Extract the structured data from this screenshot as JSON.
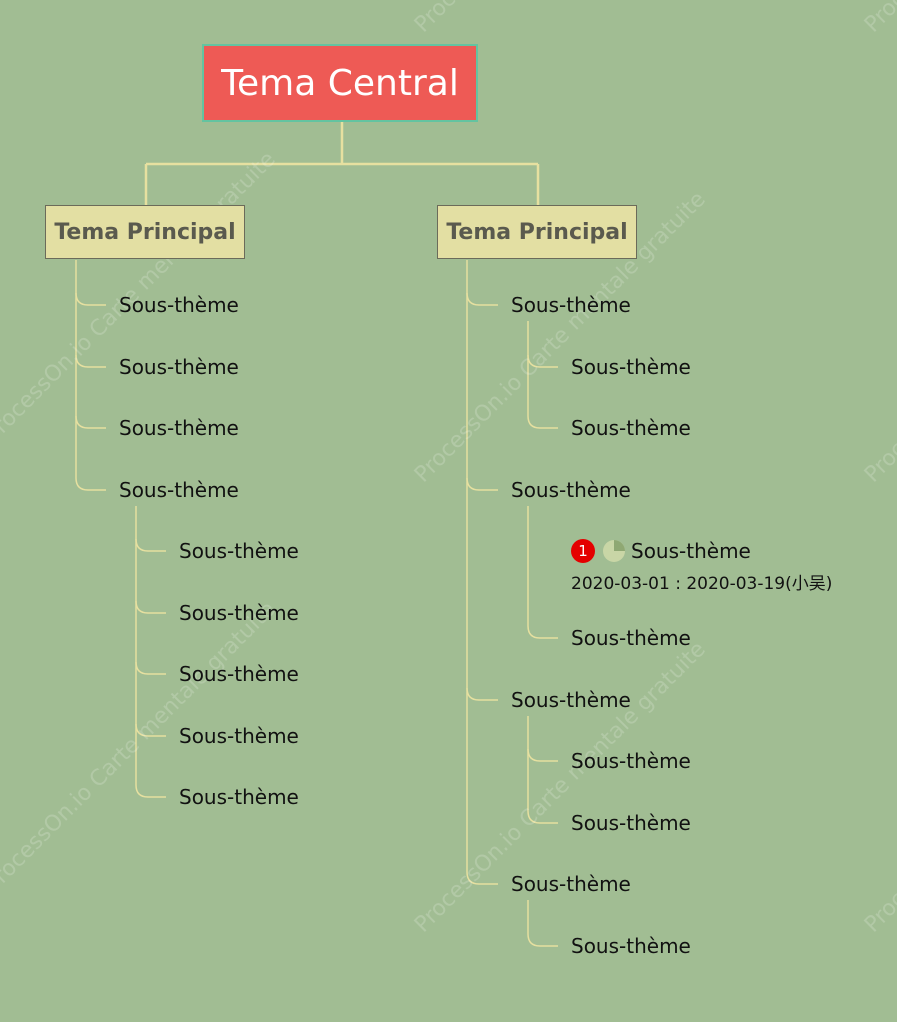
{
  "central_topic": "Tema Central",
  "main_topics": [
    {
      "label": "Tema Principal"
    },
    {
      "label": "Tema Principal"
    }
  ],
  "left_branch": {
    "subtopics": [
      {
        "label": "Sous-thème"
      },
      {
        "label": "Sous-thème"
      },
      {
        "label": "Sous-thème"
      },
      {
        "label": "Sous-thème",
        "children": [
          {
            "label": "Sous-thème"
          },
          {
            "label": "Sous-thème"
          },
          {
            "label": "Sous-thème"
          },
          {
            "label": "Sous-thème"
          },
          {
            "label": "Sous-thème"
          }
        ]
      }
    ]
  },
  "right_branch": {
    "subtopics": [
      {
        "label": "Sous-thème",
        "children": [
          {
            "label": "Sous-thème"
          },
          {
            "label": "Sous-thème"
          }
        ]
      },
      {
        "label": "Sous-thème",
        "children": [
          {
            "label": "Sous-thème",
            "priority": "1",
            "progress": "25%",
            "task_info": "2020-03-01 : 2020-03-19(小吴)"
          },
          {
            "label": "Sous-thème"
          }
        ]
      },
      {
        "label": "Sous-thème",
        "children": [
          {
            "label": "Sous-thème"
          },
          {
            "label": "Sous-thème"
          }
        ]
      },
      {
        "label": "Sous-thème",
        "children": [
          {
            "label": "Sous-thème"
          }
        ]
      }
    ]
  },
  "watermark": "ProcessOn.io Carte mentale gratuite",
  "colors": {
    "background": "#a1bd93",
    "central_fill": "#ee5a55",
    "central_border": "#64c3a0",
    "main_fill": "#e3dfa3",
    "connector": "#e6e0a0",
    "priority": "#e40000"
  }
}
